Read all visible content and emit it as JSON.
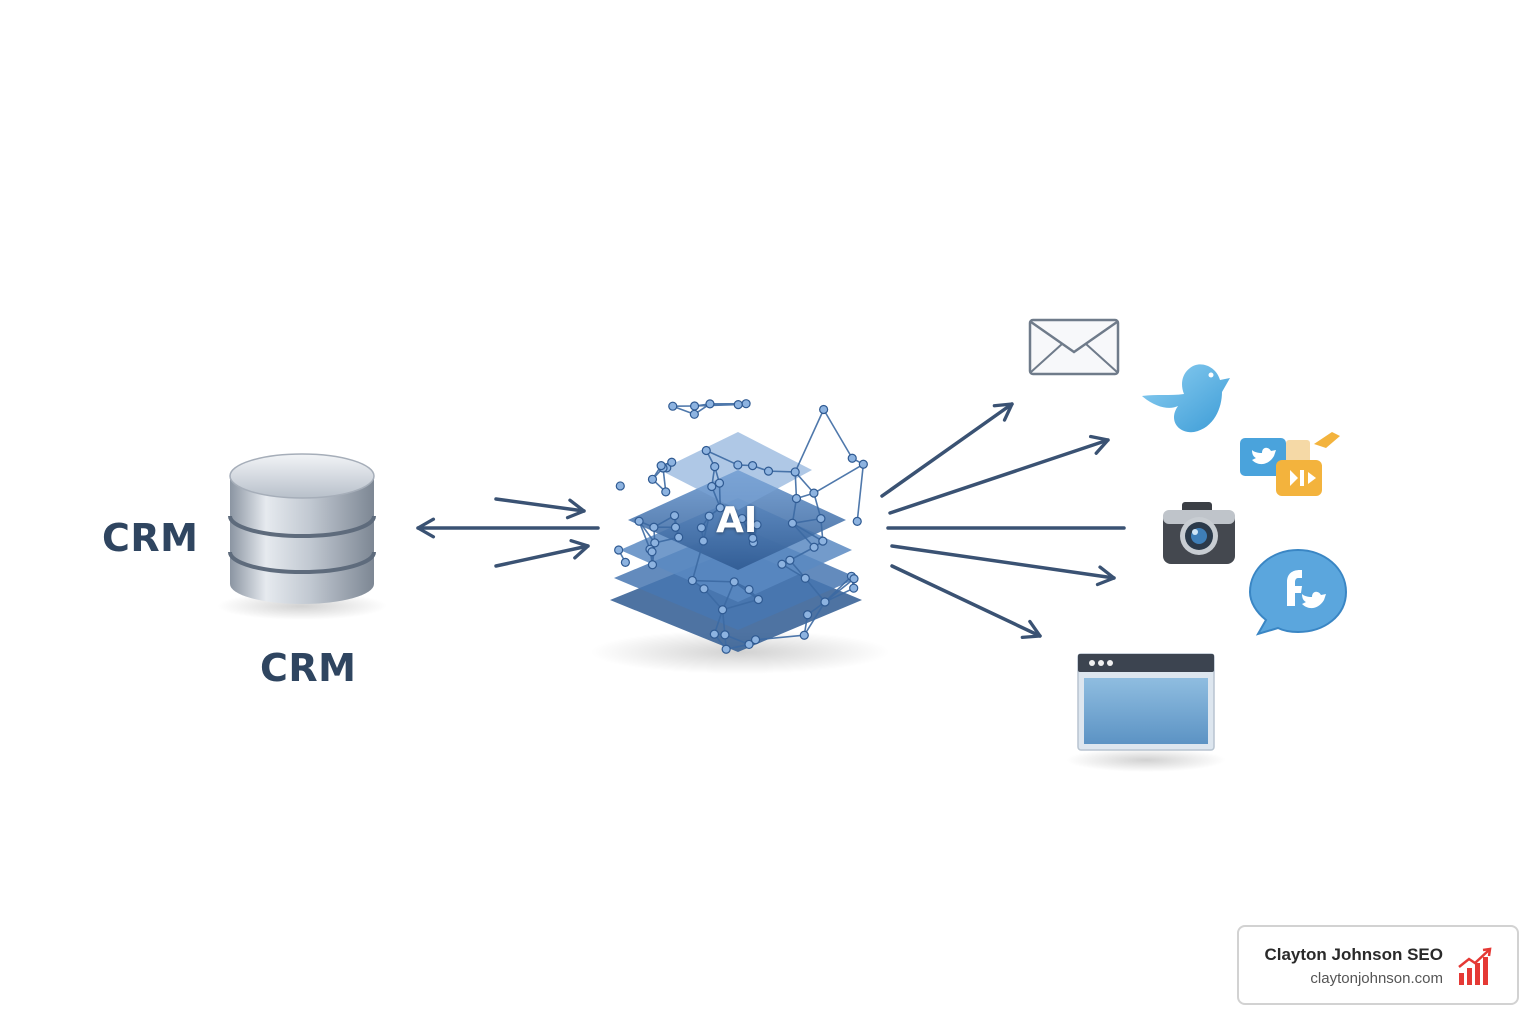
{
  "crm": {
    "label_left": "CRM",
    "label_bottom": "CRM",
    "icon": "database-icon"
  },
  "ai": {
    "label": "AI",
    "icon": "neural-network-chip-icon"
  },
  "channels": [
    {
      "name": "email",
      "icon": "envelope-icon"
    },
    {
      "name": "twitter",
      "icon": "bird-icon"
    },
    {
      "name": "social-apps",
      "icon": "social-apps-icon"
    },
    {
      "name": "camera",
      "icon": "camera-icon"
    },
    {
      "name": "facebook-twitter",
      "icon": "chat-bubble-social-icon"
    },
    {
      "name": "website",
      "icon": "browser-window-icon"
    }
  ],
  "watermark": {
    "name": "Clayton Johnson SEO",
    "url": "claytonjohnson.com",
    "icon": "growth-chart-icon"
  },
  "colors": {
    "arrow": "#3a5273",
    "text": "#2f4560",
    "ai_blue": "#3f6fa8",
    "accent_red": "#e53935"
  }
}
